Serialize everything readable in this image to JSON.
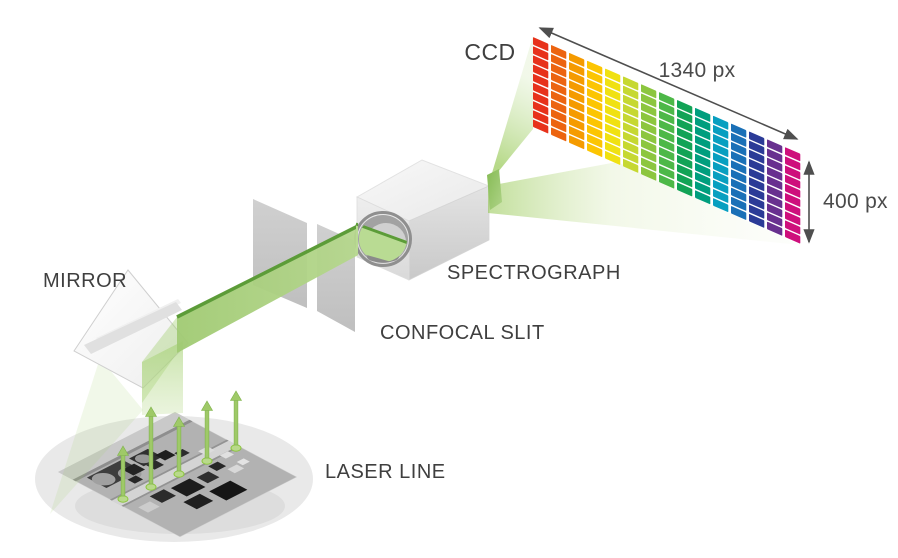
{
  "labels": {
    "ccd": "CCD",
    "ccd_width": "1340 px",
    "ccd_height": "400 px",
    "spectrograph": "SPECTROGRAPH",
    "confocal_slit": "CONFOCAL SLIT",
    "mirror": "MIRROR",
    "laser_line": "LASER LINE"
  },
  "ccd": {
    "columns": 15,
    "rows": 10,
    "column_colors": [
      "#e7321b",
      "#ec6410",
      "#f59b00",
      "#fcc502",
      "#f0e112",
      "#c6d831",
      "#8cc63f",
      "#4db848",
      "#12a356",
      "#009e7e",
      "#089fc0",
      "#1a70b7",
      "#2b3b97",
      "#68308f",
      "#ce0f7c"
    ]
  },
  "colors": {
    "beam_green": "#8dc63f",
    "beam_fill": "#a9d07c",
    "beam_edge_dark": "#5c9c38",
    "laser_arrow": "#9fc968",
    "laser_arrow_edge": "#7fb34c",
    "dimension_arrow": "#4f4f4f",
    "label_text": "#3f3f3f",
    "slit_panel": "#c8c8c8",
    "sample_ellipse": "#e9e9e9",
    "box_face": "#e4e4e4"
  }
}
